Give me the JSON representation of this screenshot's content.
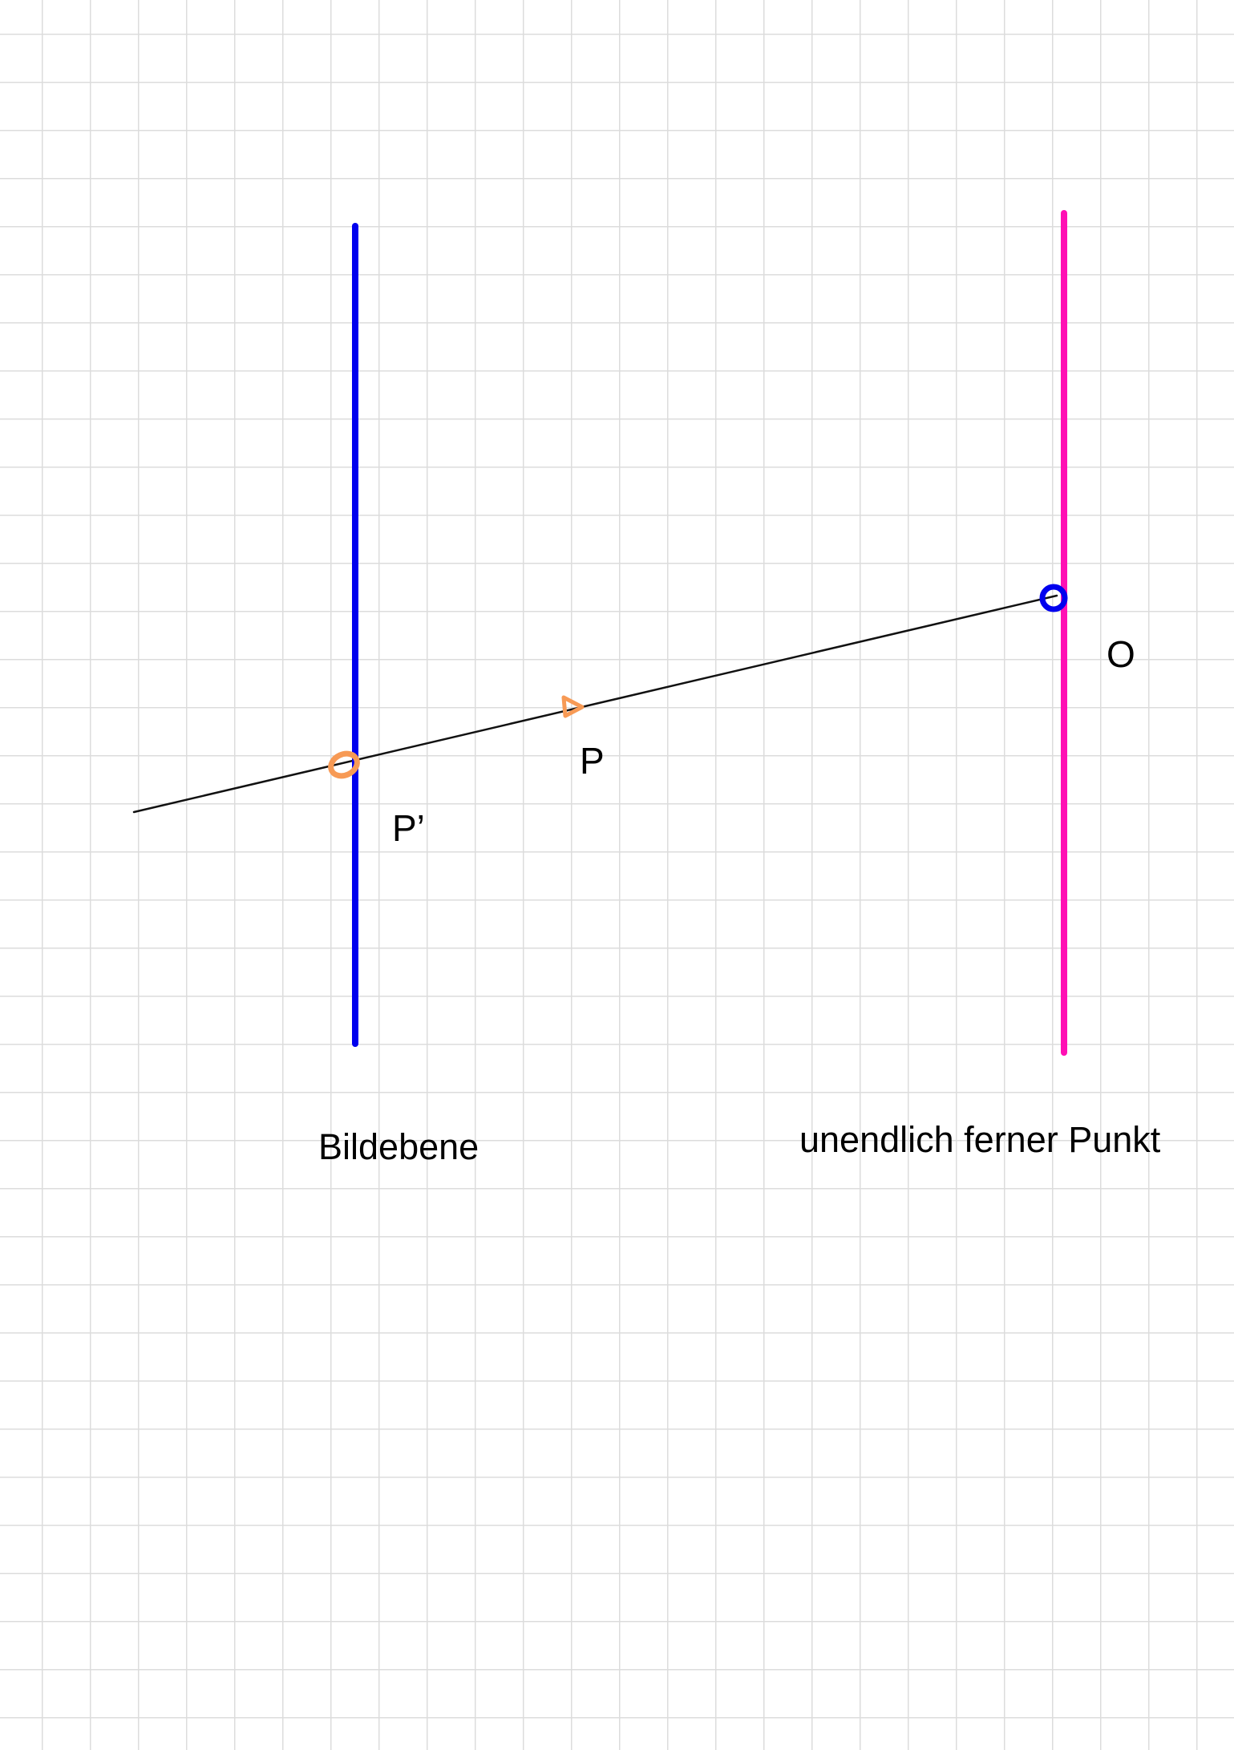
{
  "labels": {
    "point_p": "P",
    "point_p_prime": "P’",
    "point_o": "O",
    "image_plane": "Bildebene",
    "infinite_point": "unendlich ferner Punkt"
  },
  "colors": {
    "grid": "#dcdcdc",
    "image_plane_line": "#0000ee",
    "infinity_line": "#ff10b4",
    "projection_ray": "#111111",
    "point_p_marker": "#f79a55",
    "point_p_prime_marker": "#f79a55",
    "point_o_marker": "#0000ee",
    "text": "#000000"
  }
}
